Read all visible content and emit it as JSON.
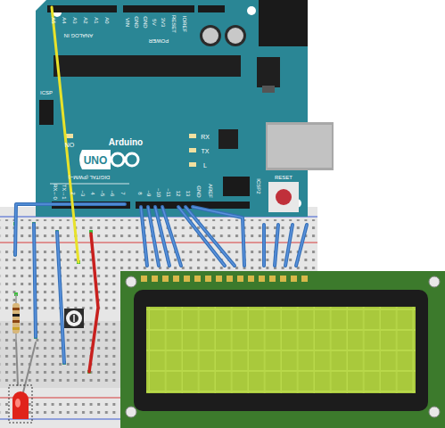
{
  "diagram": {
    "labels": [
      "A5",
      "A4",
      "A3",
      "A2",
      "A1",
      "A0",
      "ANALOG IN",
      "VIN",
      "GND",
      "GND",
      "5V",
      "3V3",
      "RESET",
      "IOREF",
      "POWER",
      "RX←0",
      "TX→1",
      "2",
      "~3",
      "4",
      "~5",
      "~6",
      "7",
      "8",
      "~9",
      "~10",
      "~11",
      "12",
      "13",
      "GND",
      "AREF",
      "DIGITAL (PWM~)",
      "RX",
      "TX",
      "L",
      "ON",
      "ICSP2",
      "RESET",
      "ICSP",
      "UNO",
      "Arduino"
    ]
  }
}
